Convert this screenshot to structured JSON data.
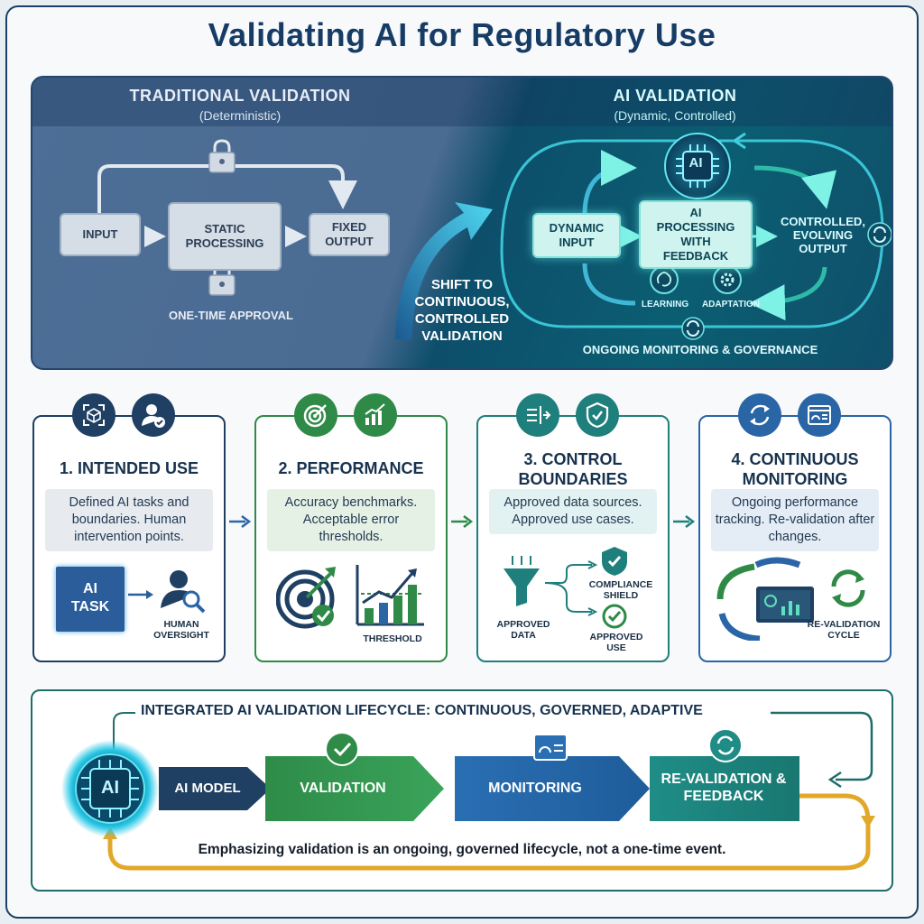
{
  "title": "Validating AI for Regulatory Use",
  "banner": {
    "traditional": {
      "heading": "TRADITIONAL VALIDATION",
      "subheading": "(Deterministic)",
      "input": "INPUT",
      "processing": "STATIC PROCESSING",
      "output": "FIXED OUTPUT",
      "approval": "ONE-TIME APPROVAL"
    },
    "shift": "SHIFT TO CONTINUOUS, CONTROLLED VALIDATION",
    "ai": {
      "heading": "AI VALIDATION",
      "subheading": "(Dynamic, Controlled)",
      "chip": "AI",
      "input": "DYNAMIC INPUT",
      "processing": "AI PROCESSING WITH FEEDBACK",
      "output": "CONTROLLED, EVOLVING OUTPUT",
      "learning": "LEARNING",
      "adaptation": "ADAPTATION",
      "monitoring": "ONGOING MONITORING & GOVERNANCE"
    }
  },
  "cards": [
    {
      "title": "1. INTENDED USE",
      "desc": "Defined AI tasks and boundaries. Human intervention points.",
      "task": "AI TASK",
      "oversight": "HUMAN OVERSIGHT",
      "color": "#1f3f63"
    },
    {
      "title": "2. PERFORMANCE",
      "desc": "Accuracy benchmarks. Acceptable error thresholds.",
      "threshold": "THRESHOLD",
      "color": "#2f8a47"
    },
    {
      "title": "3. CONTROL BOUNDARIES",
      "desc": "Approved data sources. Approved use cases.",
      "shield": "COMPLIANCE SHIELD",
      "data": "APPROVED DATA",
      "use": "APPROVED USE",
      "color": "#1f7f7c"
    },
    {
      "title": "4. CONTINUOUS MONITORING",
      "desc": "Ongoing performance tracking. Re-validation after changes.",
      "cycle": "RE-VALIDATION CYCLE",
      "color": "#2a65a6"
    }
  ],
  "lifecycle": {
    "title": "INTEGRATED AI VALIDATION LIFECYCLE: CONTINUOUS, GOVERNED, ADAPTIVE",
    "chip": "AI",
    "model": "AI MODEL",
    "validation": "VALIDATION",
    "monitoring": "MONITORING",
    "revalidation": "RE-VALIDATION & FEEDBACK",
    "footer": "Emphasizing validation is an ongoing, governed lifecycle, not a one-time event."
  },
  "colors": {
    "navy": "#163c66",
    "green": "#2f8a47",
    "teal": "#1f7f7c",
    "blue": "#2a65a6",
    "gold": "#e2a82a"
  }
}
